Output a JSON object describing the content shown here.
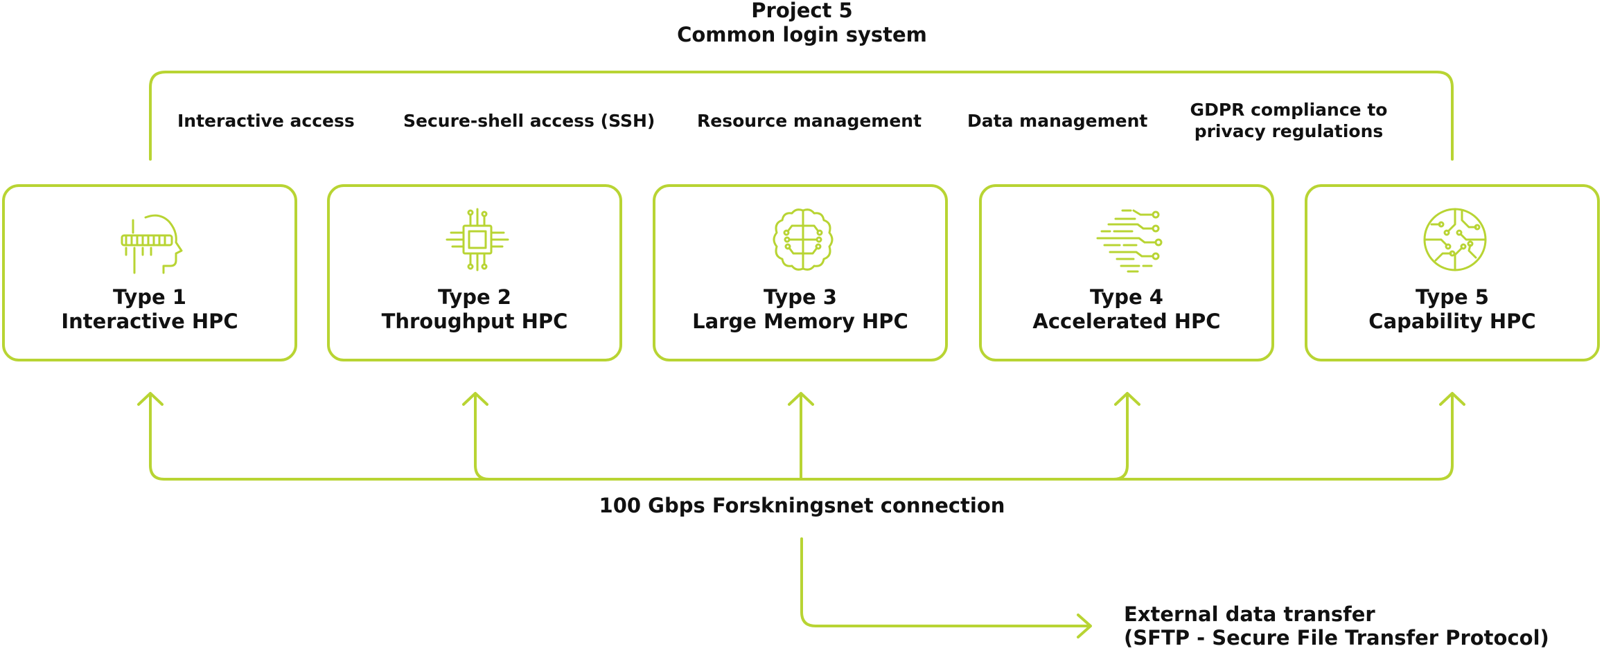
{
  "header": {
    "project": "Project 5",
    "subtitle": "Common login system"
  },
  "features": [
    "Interactive access",
    "Secure-shell access (SSH)",
    "Resource management",
    "Data management"
  ],
  "gdpr": {
    "line1": "GDPR compliance to",
    "line2": "privacy regulations"
  },
  "types": [
    {
      "label": "Type 1",
      "name": "Interactive HPC",
      "icon": "head-chip-icon"
    },
    {
      "label": "Type 2",
      "name": "Throughput HPC",
      "icon": "cpu-chip-icon"
    },
    {
      "label": "Type 3",
      "name": "Large Memory HPC",
      "icon": "brain-circuit-icon"
    },
    {
      "label": "Type 4",
      "name": "Accelerated HPC",
      "icon": "speed-lines-circuit-icon"
    },
    {
      "label": "Type 5",
      "name": "Capability HPC",
      "icon": "circuit-globe-icon"
    }
  ],
  "network": {
    "label": "100 Gbps Forskningsnet connection"
  },
  "external": {
    "line1": "External data transfer",
    "line2": "(SFTP - Secure File Transfer Protocol)"
  },
  "colors": {
    "accent": "#b8d433",
    "text": "#111111",
    "background": "#ffffff"
  }
}
